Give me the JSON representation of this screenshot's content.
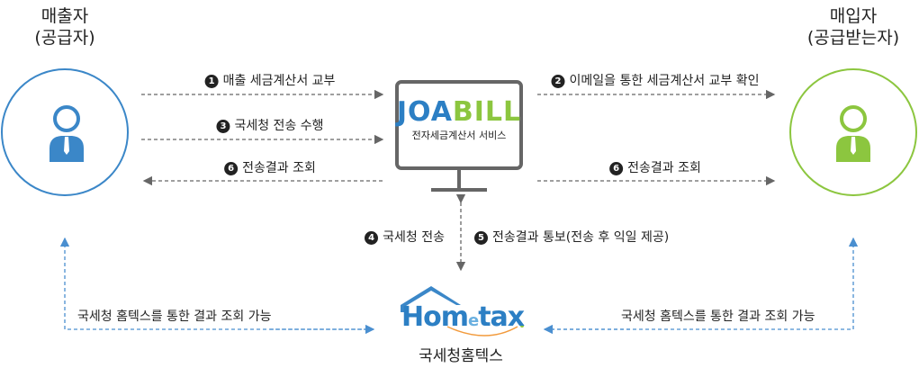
{
  "seller": {
    "title": "매출자",
    "subtitle": "(공급자)"
  },
  "buyer": {
    "title": "매입자",
    "subtitle": "(공급받는자)"
  },
  "steps": [
    {
      "num": "1",
      "label": "매출 세금계산서 교부"
    },
    {
      "num": "2",
      "label": "이메일을 통한 세금계산서 교부 확인"
    },
    {
      "num": "3",
      "label": "국세청 전송 수행"
    },
    {
      "num": "4",
      "label": "국세청 전송"
    },
    {
      "num": "5",
      "label": "전송결과 통보(전송 후 익일 제공)"
    },
    {
      "num": "6",
      "label": "전송결과 조회"
    }
  ],
  "joabill": {
    "logo": "JOABILL",
    "tagline": "전자세금계산서 서비스"
  },
  "hometax": {
    "logo": "Hometax.",
    "name": "국세청홈텍스"
  },
  "hometax_note": "국세청 홈텍스를 통한 결과 조회 가능",
  "colors": {
    "seller": "#3b87c8",
    "buyer": "#8cc63f",
    "arrow": "#666666",
    "bottom_arrow": "#4a8fd0"
  }
}
